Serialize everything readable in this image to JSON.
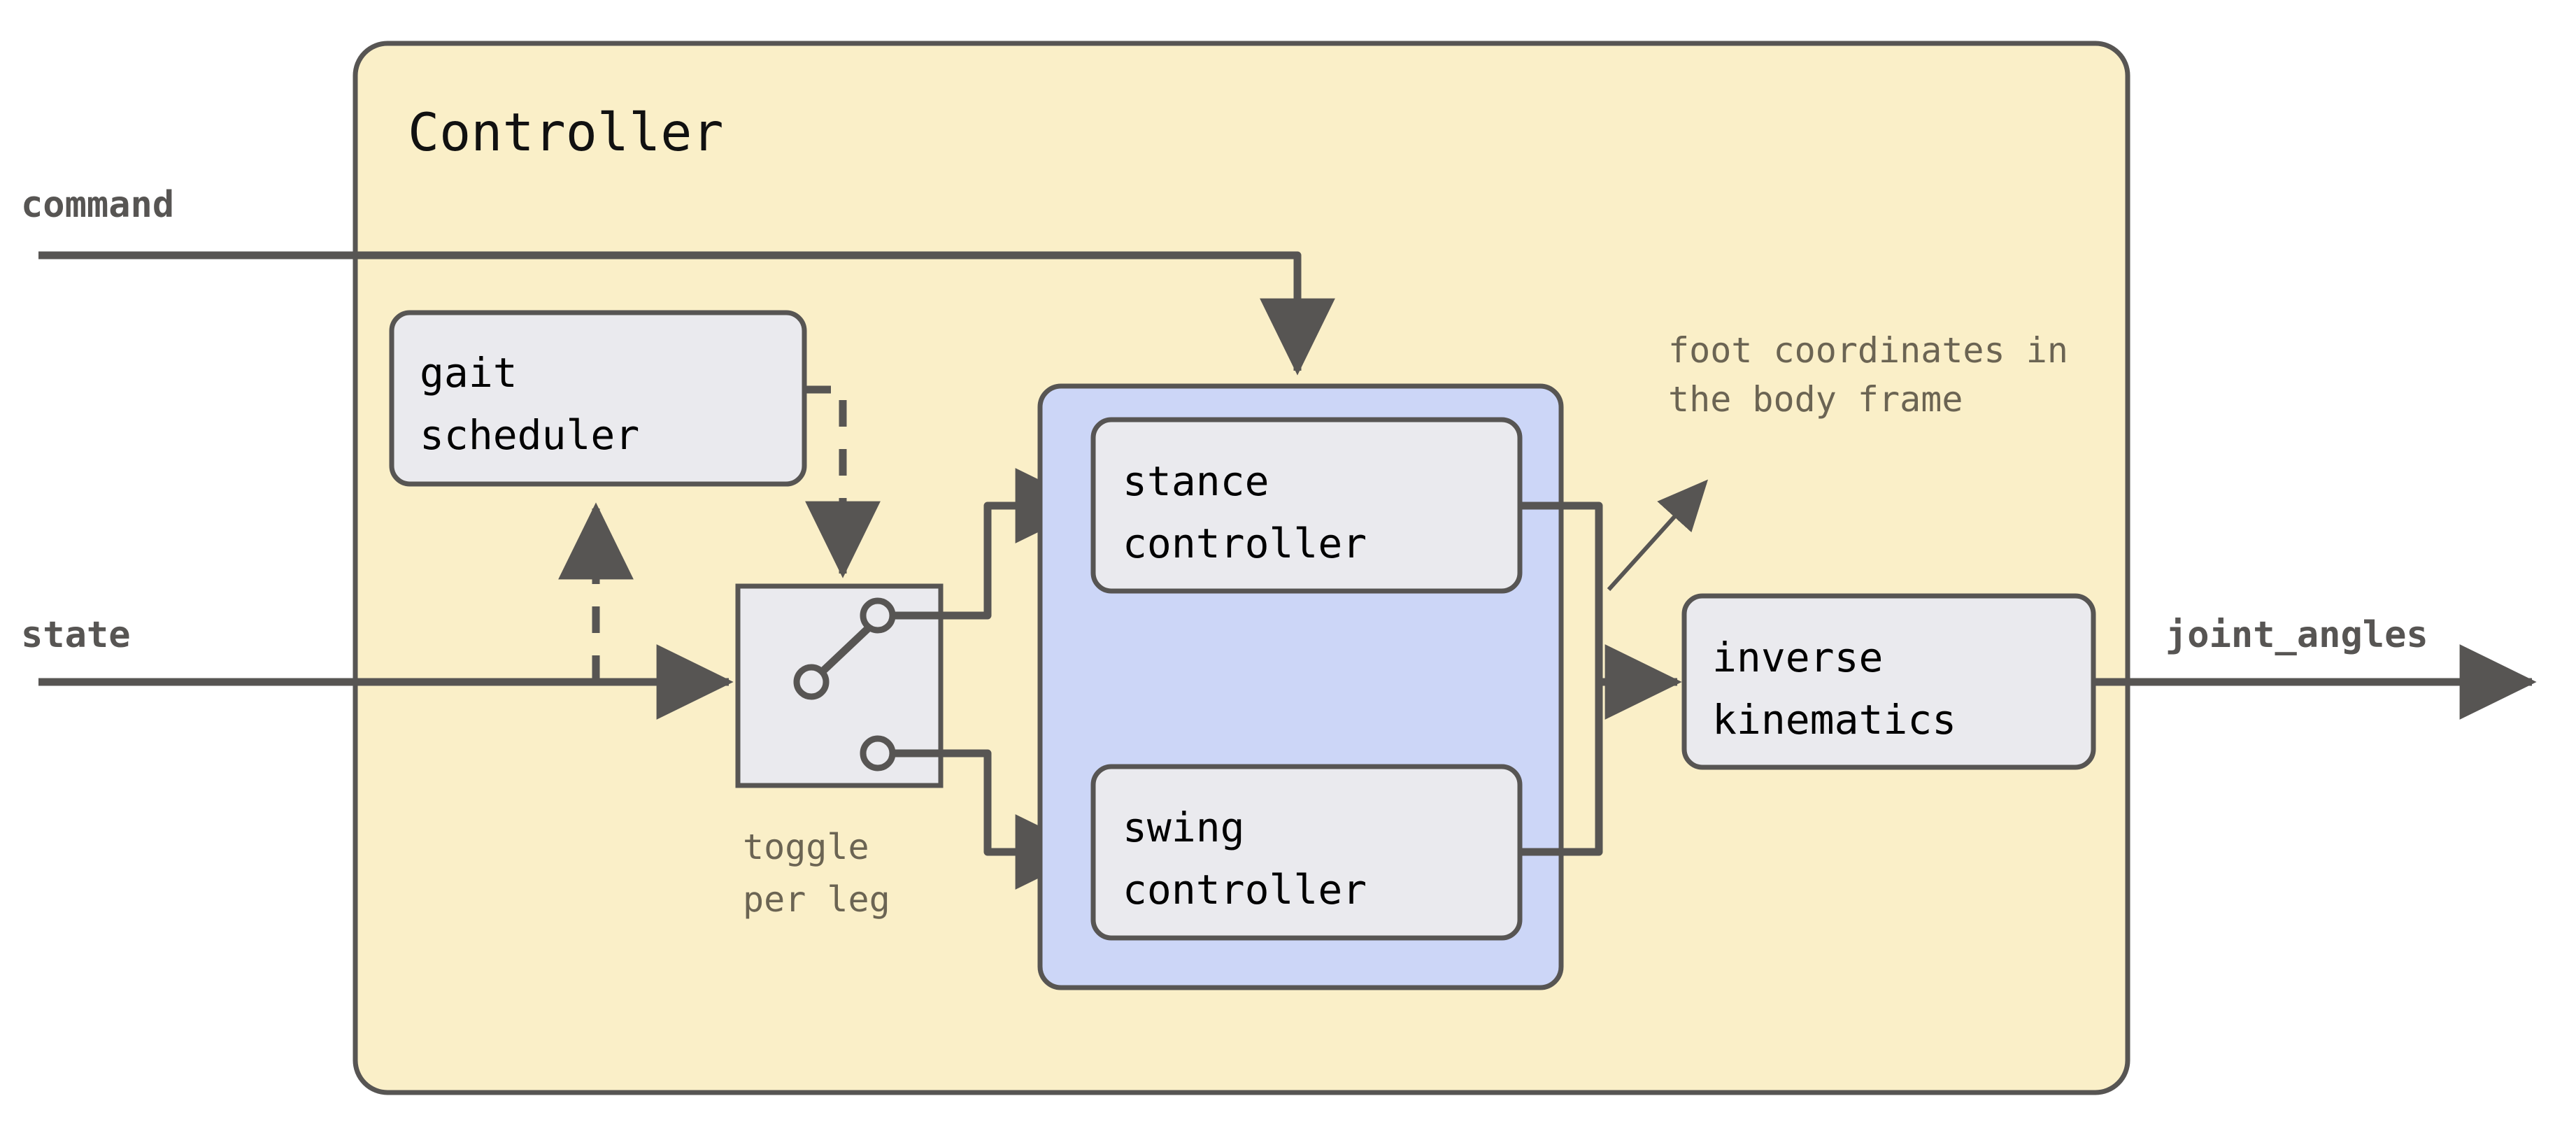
{
  "diagram": {
    "title": "Controller",
    "colors": {
      "container_fill": "#faefc8",
      "container_stroke": "#575553",
      "group_fill": "#ccd6f7",
      "group_stroke": "#575553",
      "node_fill": "#eaeaee",
      "node_stroke": "#575553",
      "line": "#575553",
      "label_text": "#575553",
      "node_text": "#000000",
      "annotation_text": "#6b6453",
      "page_background": "#ffffff"
    },
    "container": {
      "label": "Controller"
    },
    "io_ports": [
      {
        "id": "command",
        "label": "command",
        "side": "input"
      },
      {
        "id": "state",
        "label": "state",
        "side": "input"
      },
      {
        "id": "joint_angles",
        "label": "joint_angles",
        "side": "output"
      }
    ],
    "nodes": [
      {
        "id": "gait_scheduler",
        "lines": [
          "gait",
          "scheduler"
        ],
        "shape": "rounded-rect"
      },
      {
        "id": "toggle_switch",
        "lines": [],
        "shape": "square-switch",
        "caption": [
          "toggle",
          "per leg"
        ]
      },
      {
        "id": "stance_controller",
        "lines": [
          "stance",
          "controller"
        ],
        "shape": "rounded-rect"
      },
      {
        "id": "swing_controller",
        "lines": [
          "swing",
          "controller"
        ],
        "shape": "rounded-rect"
      },
      {
        "id": "inverse_kinematics",
        "lines": [
          "inverse",
          "kinematics"
        ],
        "shape": "rounded-rect"
      }
    ],
    "group": {
      "id": "leg_controllers_group",
      "members": [
        "stance_controller",
        "swing_controller"
      ]
    },
    "annotations": [
      {
        "id": "foot_coordinates_note",
        "lines": [
          "foot coordinates in",
          "the body frame"
        ],
        "pointer": "arrow-up-right"
      }
    ],
    "edges": [
      {
        "from": "command",
        "to": "stance_swing_group",
        "style": "solid"
      },
      {
        "from": "state",
        "to": "toggle_switch",
        "style": "solid"
      },
      {
        "from": "state",
        "to": "gait_scheduler",
        "style": "dashed"
      },
      {
        "from": "gait_scheduler",
        "to": "toggle_switch",
        "style": "dashed"
      },
      {
        "from": "toggle_switch",
        "to": "stance_controller",
        "style": "solid"
      },
      {
        "from": "toggle_switch",
        "to": "swing_controller",
        "style": "solid"
      },
      {
        "from": "stance_controller",
        "to": "inverse_kinematics",
        "style": "solid"
      },
      {
        "from": "swing_controller",
        "to": "inverse_kinematics",
        "style": "solid"
      },
      {
        "from": "inverse_kinematics",
        "to": "joint_angles",
        "style": "solid"
      }
    ]
  }
}
